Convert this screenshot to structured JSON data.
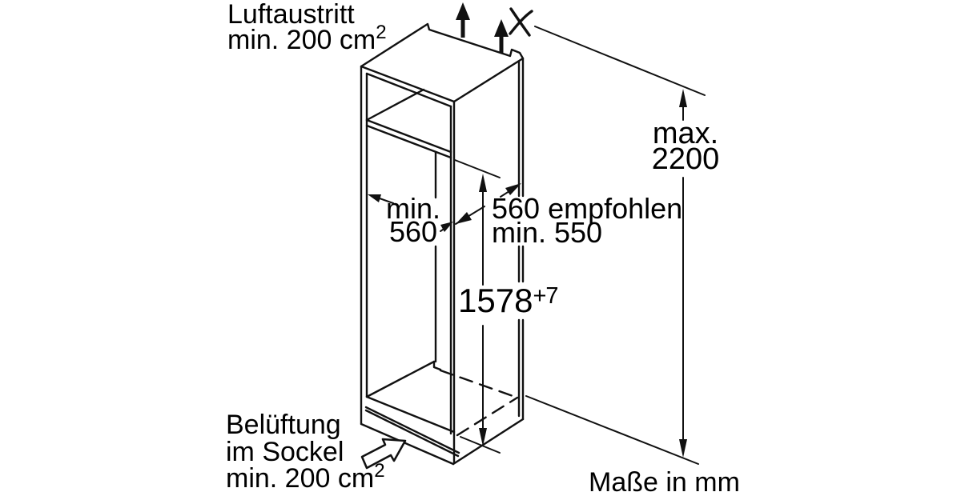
{
  "colors": {
    "background": "#ffffff",
    "line": "#111111",
    "text": "#000000"
  },
  "labels": {
    "air_outlet": {
      "line1": "Luftaustritt",
      "line2": "min. 200 cm",
      "superscript": "2"
    },
    "plinth_vent": {
      "line1": "Belüftung",
      "line2": "im Sockel",
      "line3": "min. 200 cm",
      "superscript": "2"
    },
    "units_note": "Maße in mm"
  },
  "dimensions": {
    "max_height": {
      "prefix": "max.",
      "value": "2200"
    },
    "niche_height": {
      "value": "1578",
      "tolerance": "+7"
    },
    "niche_width": {
      "line1": "min.",
      "line2": "560"
    },
    "niche_depth": {
      "line1": "560 empfohlen",
      "line2": "min. 550"
    }
  },
  "icons": {
    "airflow_up_arrows": "up-arrow",
    "break_mark": "break-x-mark",
    "plinth_airflow_arrow": "hollow-block-arrow"
  }
}
